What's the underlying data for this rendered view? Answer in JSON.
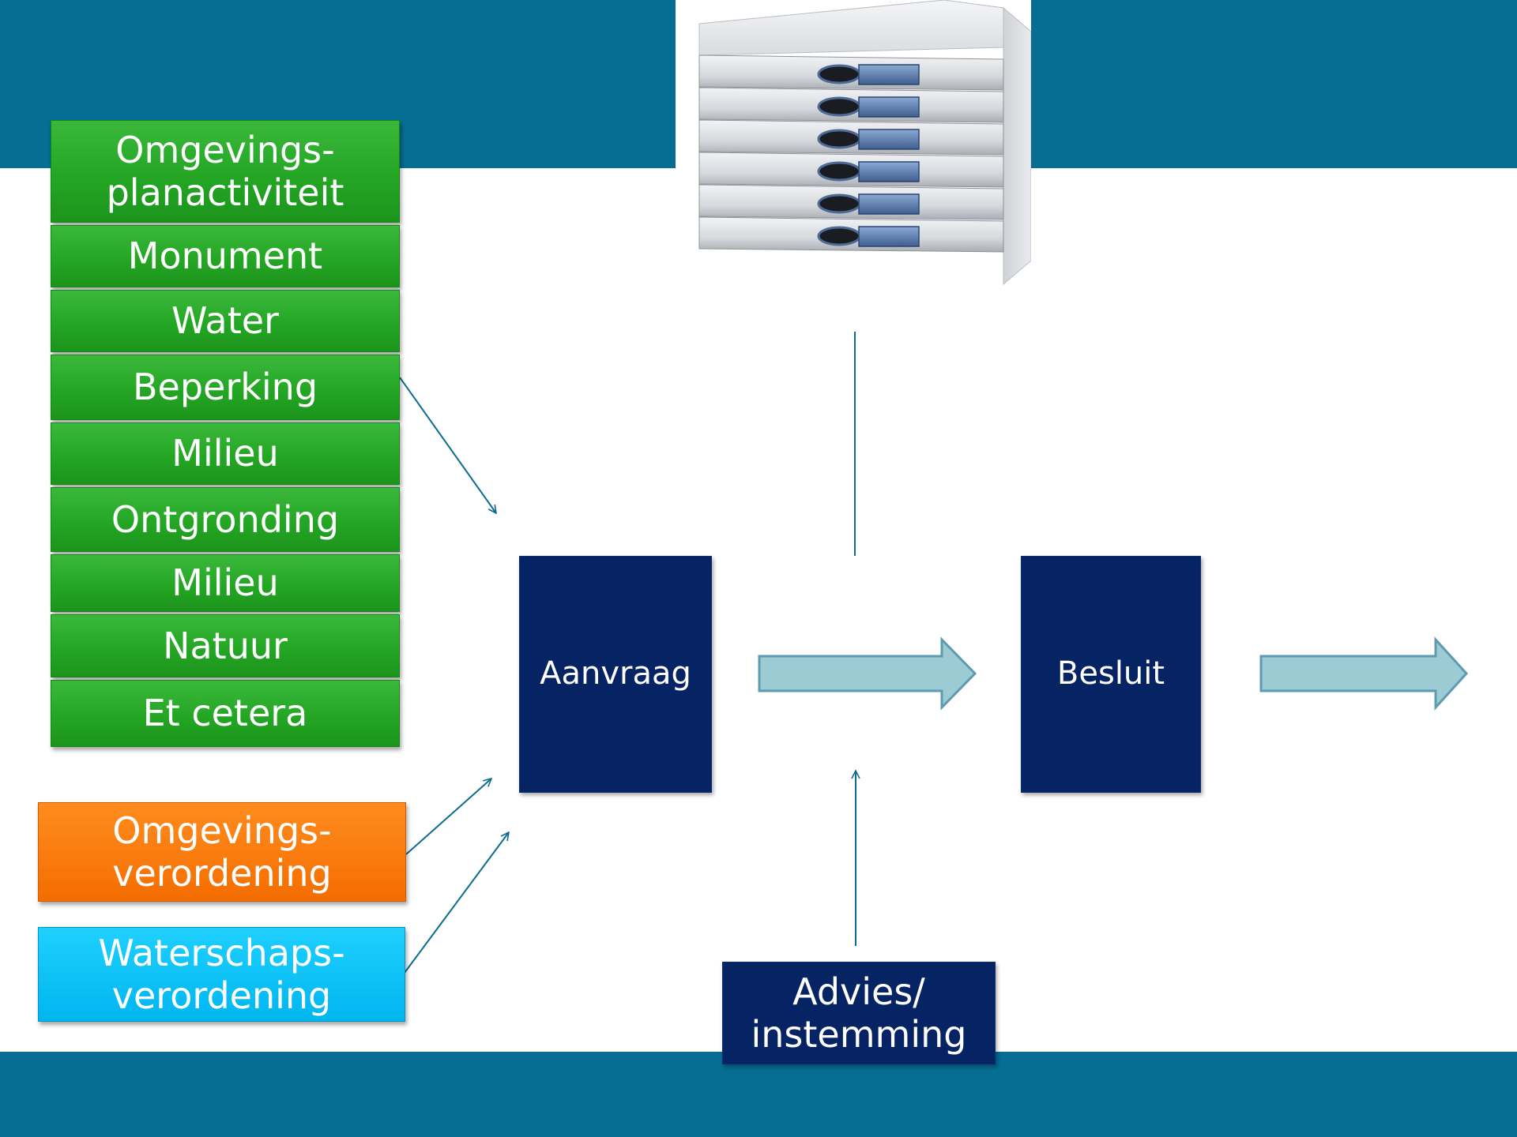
{
  "permits": [
    "Omgevings-\nplanactiviteit",
    "Monument",
    "Water",
    "Beperking",
    "Milieu",
    "Ontgronding",
    "Milieu",
    "Natuur",
    "Et cetera"
  ],
  "verordeningen": {
    "omgeving": "Omgevings-\nverordening",
    "waterschap": "Waterschaps-\nverordening"
  },
  "process": {
    "aanvraag": "Aanvraag",
    "besluit": "Besluit",
    "advies": "Advies/\ninstemming"
  },
  "colors": {
    "band": "#066d93",
    "navy": "#062463",
    "green": "#24a624",
    "orange": "#f56d00",
    "cyan": "#00b6ef",
    "arrow_fill": "#9ccbd4",
    "arrow_stroke": "#5d9bb0",
    "line": "#0d6a90"
  },
  "icons": {
    "cabinet": "filing-cabinet-icon"
  }
}
